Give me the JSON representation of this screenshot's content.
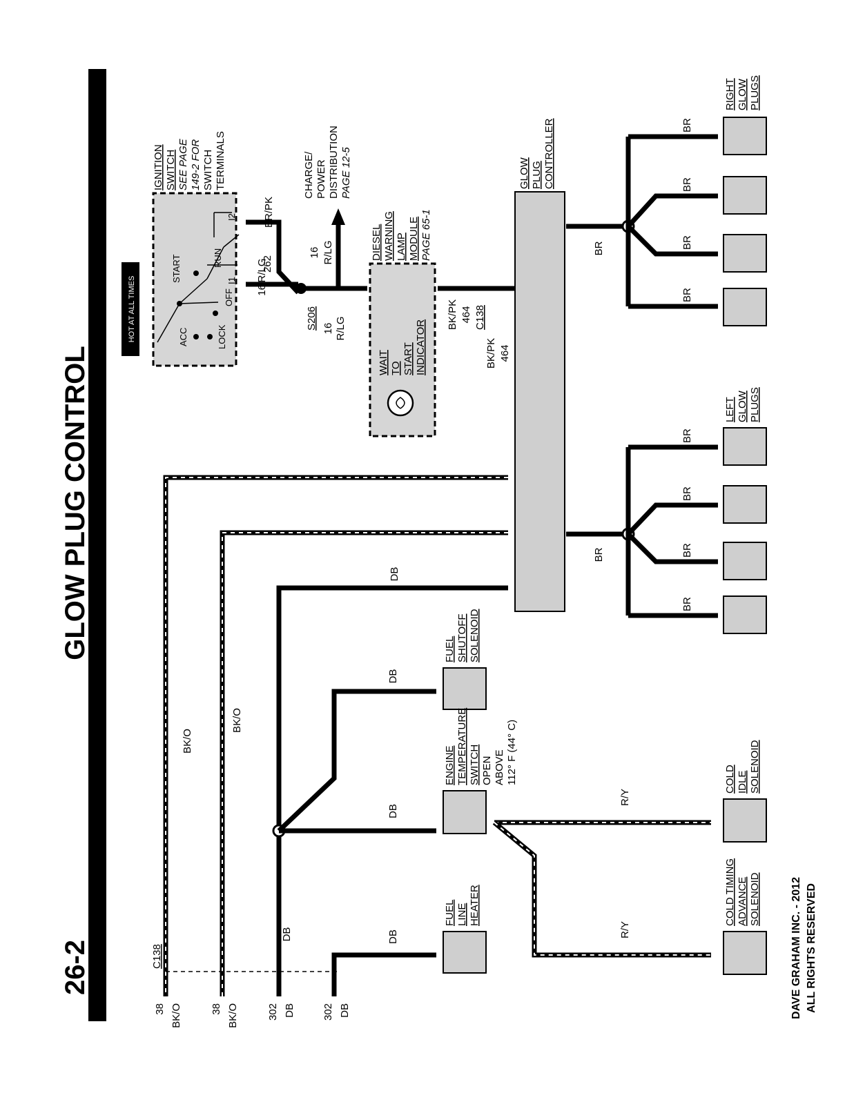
{
  "header": {
    "title": "GLOW PLUG CONTROL",
    "page_number": "26-2",
    "hot_badge": "HOT AT ALL TIMES"
  },
  "copyright": {
    "line1": "DAVE GRAHAM INC. - 2012",
    "line2": "ALL RIGHTS RESERVED"
  },
  "ignition": {
    "lines": [
      "IGNITION",
      "SWITCH",
      "SEE PAGE",
      "149-2 FOR",
      "SWITCH",
      "TERMINALS"
    ],
    "positions": [
      "ACC",
      "LOCK",
      "OFF",
      "RUN",
      "START"
    ],
    "terminal_i1": "I1",
    "terminal_i2": "I2"
  },
  "charge": {
    "lines": [
      "CHARGE/",
      "POWER",
      "DISTRIBUTION",
      "PAGE 12-5"
    ]
  },
  "lamp_module": {
    "lines": [
      "DIESEL",
      "WARNING",
      "LAMP",
      "MODULE",
      "PAGE 65-1"
    ],
    "indicator": [
      "WAIT",
      "TO",
      "START",
      "INDICATOR"
    ]
  },
  "controller": {
    "lines": [
      "GLOW",
      "PLUG",
      "CONTROLLER"
    ]
  },
  "splice": "S206",
  "connector_top": "C138",
  "connector_left": "C138",
  "wires": {
    "rlg": "R/LG",
    "brpk": "BR/PK",
    "bkpk": "BK/PK",
    "br": "BR",
    "db": "DB",
    "bko": "BK/O",
    "ry": "R/Y",
    "c16": "16",
    "c262": "262",
    "c464": "464",
    "c38": "38",
    "c302": "302"
  },
  "components": {
    "right_plugs": [
      "RIGHT",
      "GLOW",
      "PLUGS"
    ],
    "left_plugs": [
      "LEFT",
      "GLOW",
      "PLUGS"
    ],
    "fuel_shutoff": [
      "FUEL",
      "SHUTOFF",
      "SOLENOID"
    ],
    "engine_temp": [
      "ENGINE",
      "TEMPERATURE",
      "SWITCH",
      "OPEN",
      "ABOVE",
      "112° F (44° C)"
    ],
    "cold_idle": [
      "COLD",
      "IDLE",
      "SOLENOID"
    ],
    "cold_timing": [
      "COLD TIMING",
      "ADVANCE",
      "SOLENOID"
    ],
    "fuel_line_heater": [
      "FUEL",
      "LINE",
      "HEATER"
    ]
  },
  "colors": {
    "ink": "#000000",
    "component_fill": "#cfcfcf",
    "paper": "#ffffff"
  }
}
